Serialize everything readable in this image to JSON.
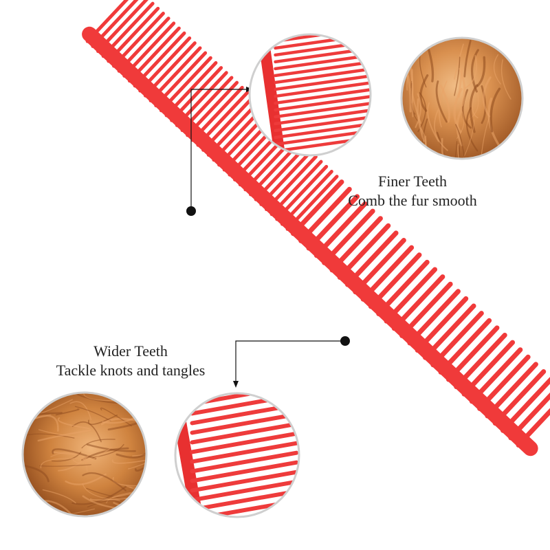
{
  "fine_teeth": {
    "title": "Finer Teeth",
    "subtitle": "Comb the fur smooth"
  },
  "wide_teeth": {
    "title": "Wider Teeth",
    "subtitle": "Tackle knots and tangles"
  },
  "colors": {
    "comb_red": "#f03a3a",
    "comb_red_dark": "#d42424",
    "fur_light": "#e9a468",
    "fur_mid": "#c8793e",
    "fur_dark": "#8e4a1e",
    "circle_border": "#cfcfcf",
    "leader_line": "#111111"
  }
}
